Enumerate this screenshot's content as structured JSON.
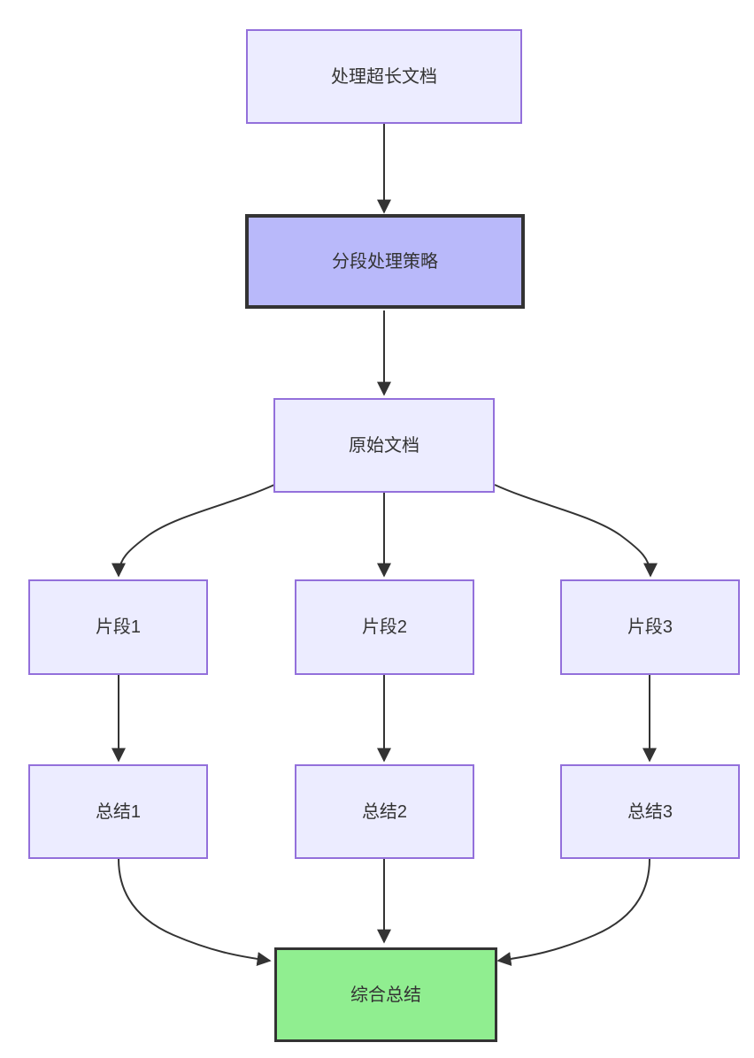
{
  "diagram": {
    "type": "flowchart",
    "direction": "top-down",
    "nodes": [
      {
        "id": "process-long-doc",
        "label": "处理超长文档",
        "style": "default"
      },
      {
        "id": "segmentation-strategy",
        "label": "分段处理策略",
        "style": "highlight"
      },
      {
        "id": "original-doc",
        "label": "原始文档",
        "style": "default"
      },
      {
        "id": "fragment-1",
        "label": "片段1",
        "style": "default"
      },
      {
        "id": "fragment-2",
        "label": "片段2",
        "style": "default"
      },
      {
        "id": "fragment-3",
        "label": "片段3",
        "style": "default"
      },
      {
        "id": "summary-1",
        "label": "总结1",
        "style": "default"
      },
      {
        "id": "summary-2",
        "label": "总结2",
        "style": "default"
      },
      {
        "id": "summary-3",
        "label": "总结3",
        "style": "default"
      },
      {
        "id": "final-summary",
        "label": "综合总结",
        "style": "success"
      }
    ],
    "edges": [
      {
        "from": "process-long-doc",
        "to": "segmentation-strategy"
      },
      {
        "from": "segmentation-strategy",
        "to": "original-doc"
      },
      {
        "from": "original-doc",
        "to": "fragment-1"
      },
      {
        "from": "original-doc",
        "to": "fragment-2"
      },
      {
        "from": "original-doc",
        "to": "fragment-3"
      },
      {
        "from": "fragment-1",
        "to": "summary-1"
      },
      {
        "from": "fragment-2",
        "to": "summary-2"
      },
      {
        "from": "fragment-3",
        "to": "summary-3"
      },
      {
        "from": "summary-1",
        "to": "final-summary"
      },
      {
        "from": "summary-2",
        "to": "final-summary"
      },
      {
        "from": "summary-3",
        "to": "final-summary"
      }
    ],
    "colors": {
      "node_fill": "#ECECFF",
      "node_border": "#9370DB",
      "highlight_fill": "#B9B9FA",
      "highlight_border": "#333333",
      "success_fill": "#90EE90",
      "success_border": "#333333",
      "edge": "#333333",
      "text": "#333333",
      "background": "#FFFFFF"
    }
  }
}
